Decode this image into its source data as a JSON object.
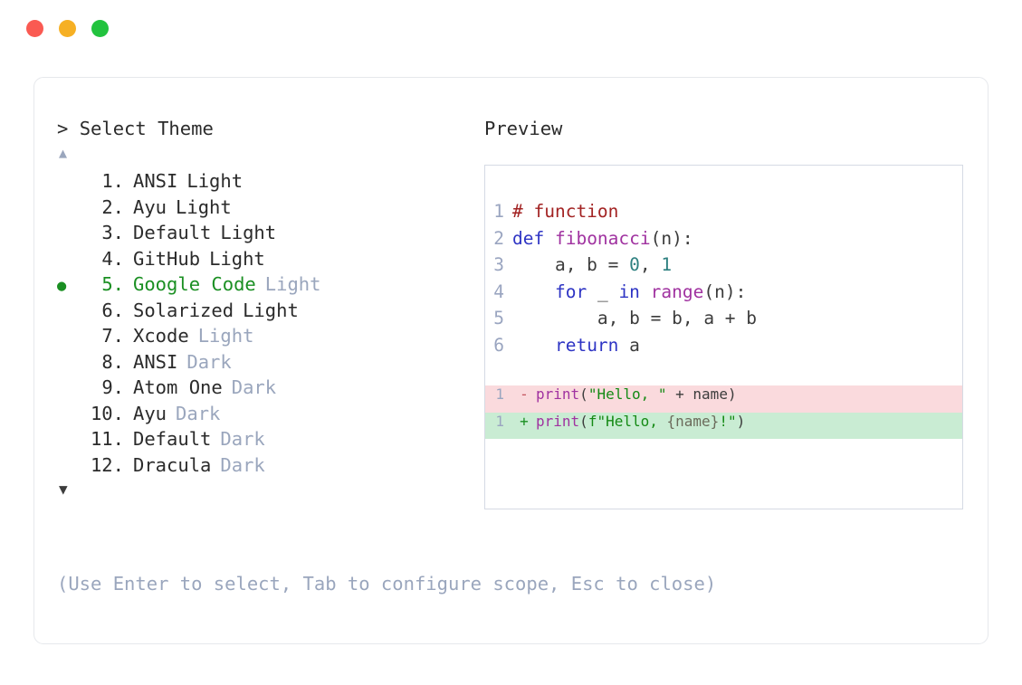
{
  "window": {
    "traffic_lights": [
      {
        "name": "close",
        "color": "#fa5a52"
      },
      {
        "name": "minimize",
        "color": "#f6b024"
      },
      {
        "name": "maximize",
        "color": "#22c33e"
      }
    ]
  },
  "prompt": {
    "caret": ">",
    "title": "Select Theme"
  },
  "scroll": {
    "up_glyph": "▲",
    "down_glyph": "▼"
  },
  "selection": {
    "bullet": "●",
    "selected_index": 5,
    "accent": "#1a8f22"
  },
  "themes": [
    {
      "num": "1.",
      "name": "ANSI",
      "variant": "Light",
      "variant_inline": true,
      "selected": false
    },
    {
      "num": "2.",
      "name": "Ayu",
      "variant": "Light",
      "variant_inline": true,
      "selected": false
    },
    {
      "num": "3.",
      "name": "Default",
      "variant": "Light",
      "variant_inline": true,
      "selected": false
    },
    {
      "num": "4.",
      "name": "GitHub",
      "variant": "Light",
      "variant_inline": true,
      "selected": false
    },
    {
      "num": "5.",
      "name": "Google Code",
      "variant": "Light",
      "variant_inline": false,
      "selected": true
    },
    {
      "num": "6.",
      "name": "Solarized",
      "variant": "Light",
      "variant_inline": true,
      "selected": false
    },
    {
      "num": "7.",
      "name": "Xcode",
      "variant": "Light",
      "variant_inline": false,
      "selected": false
    },
    {
      "num": "8.",
      "name": "ANSI",
      "variant": "Dark",
      "variant_inline": false,
      "selected": false
    },
    {
      "num": "9.",
      "name": "Atom One",
      "variant": "Dark",
      "variant_inline": false,
      "selected": false
    },
    {
      "num": "10.",
      "name": "Ayu",
      "variant": "Dark",
      "variant_inline": false,
      "selected": false
    },
    {
      "num": "11.",
      "name": "Default",
      "variant": "Dark",
      "variant_inline": false,
      "selected": false
    },
    {
      "num": "12.",
      "name": "Dracula",
      "variant": "Dark",
      "variant_inline": false,
      "selected": false
    }
  ],
  "hint": "(Use Enter to select, Tab to configure scope, Esc to close)",
  "preview": {
    "label": "Preview",
    "code_lines": [
      {
        "n": "1",
        "tokens": [
          {
            "t": "# function",
            "c": "t-comment"
          }
        ]
      },
      {
        "n": "2",
        "tokens": [
          {
            "t": "def ",
            "c": "t-kw"
          },
          {
            "t": "fibonacci",
            "c": "t-fn"
          },
          {
            "t": "(n):",
            "c": "t-punct"
          }
        ]
      },
      {
        "n": "3",
        "tokens": [
          {
            "t": "    a, b = ",
            "c": "t-plain"
          },
          {
            "t": "0",
            "c": "t-num"
          },
          {
            "t": ", ",
            "c": "t-plain"
          },
          {
            "t": "1",
            "c": "t-num"
          }
        ]
      },
      {
        "n": "4",
        "tokens": [
          {
            "t": "    ",
            "c": "t-plain"
          },
          {
            "t": "for",
            "c": "t-kw"
          },
          {
            "t": " _ ",
            "c": "t-plain"
          },
          {
            "t": "in",
            "c": "t-kw"
          },
          {
            "t": " ",
            "c": "t-plain"
          },
          {
            "t": "range",
            "c": "t-fn"
          },
          {
            "t": "(n):",
            "c": "t-punct"
          }
        ]
      },
      {
        "n": "5",
        "tokens": [
          {
            "t": "        a, b = b, a + b",
            "c": "t-plain"
          }
        ]
      },
      {
        "n": "6",
        "tokens": [
          {
            "t": "    ",
            "c": "t-plain"
          },
          {
            "t": "return",
            "c": "t-kw"
          },
          {
            "t": " a",
            "c": "t-plain"
          }
        ]
      }
    ],
    "diff_lines": [
      {
        "n": "1",
        "sign": "-",
        "kind": "del",
        "tokens": [
          {
            "t": "print",
            "c": "t-fn"
          },
          {
            "t": "(",
            "c": "t-punct"
          },
          {
            "t": "\"Hello, \"",
            "c": "t-str"
          },
          {
            "t": " + name)",
            "c": "t-plain"
          }
        ]
      },
      {
        "n": "1",
        "sign": "+",
        "kind": "add",
        "tokens": [
          {
            "t": "print",
            "c": "t-fn"
          },
          {
            "t": "(",
            "c": "t-punct"
          },
          {
            "t": "f\"Hello, ",
            "c": "t-str"
          },
          {
            "t": "{name}",
            "c": "t-interp"
          },
          {
            "t": "!\"",
            "c": "t-str"
          },
          {
            "t": ")",
            "c": "t-punct"
          }
        ]
      }
    ]
  }
}
